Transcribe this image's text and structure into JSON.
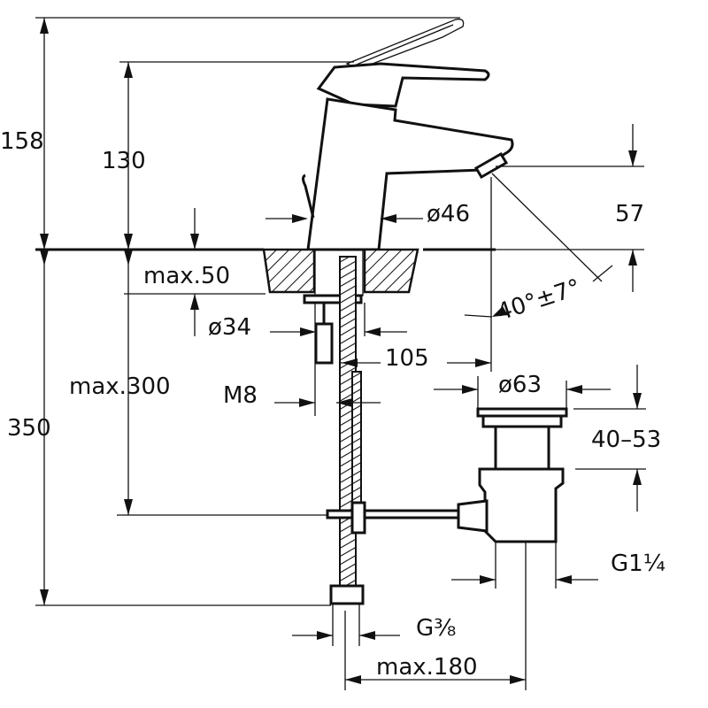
{
  "dimensions": {
    "total_height": "158",
    "spout_height": "130",
    "spout_clearance": "57",
    "spout_diameter": "ø46",
    "deck_thickness": "max.50",
    "hole_diameter": "ø34",
    "spout_reach": "105",
    "flow_angle": "40°±7°",
    "supply_length": "max.300",
    "bolt_thread": "M8",
    "hose_length": "350",
    "waste_cap_diameter": "ø63",
    "waste_adjust_range": "40–53",
    "waste_thread": "G1¼",
    "hose_thread": "G⅜",
    "waste_offset": "max.180"
  }
}
